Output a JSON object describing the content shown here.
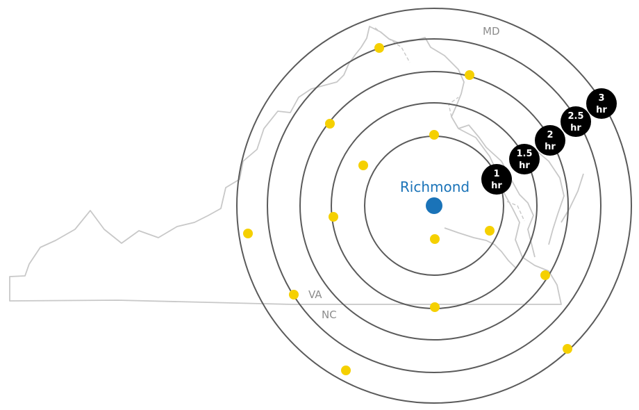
{
  "map": {
    "state_labels": [
      "MD",
      "VA",
      "NC"
    ],
    "center_label": "Richmond",
    "colors": {
      "center": "#1a73b8",
      "point": "#f5d000",
      "badge": "#000000",
      "ring": "#5a5a5a",
      "outline": "#c8c8c8"
    },
    "rings": [
      {
        "line1": "1",
        "line2": "hr"
      },
      {
        "line1": "1.5",
        "line2": "hr"
      },
      {
        "line1": "2",
        "line2": "hr"
      },
      {
        "line1": "2.5",
        "line2": "hr"
      },
      {
        "line1": "3",
        "line2": "hr"
      }
    ]
  }
}
